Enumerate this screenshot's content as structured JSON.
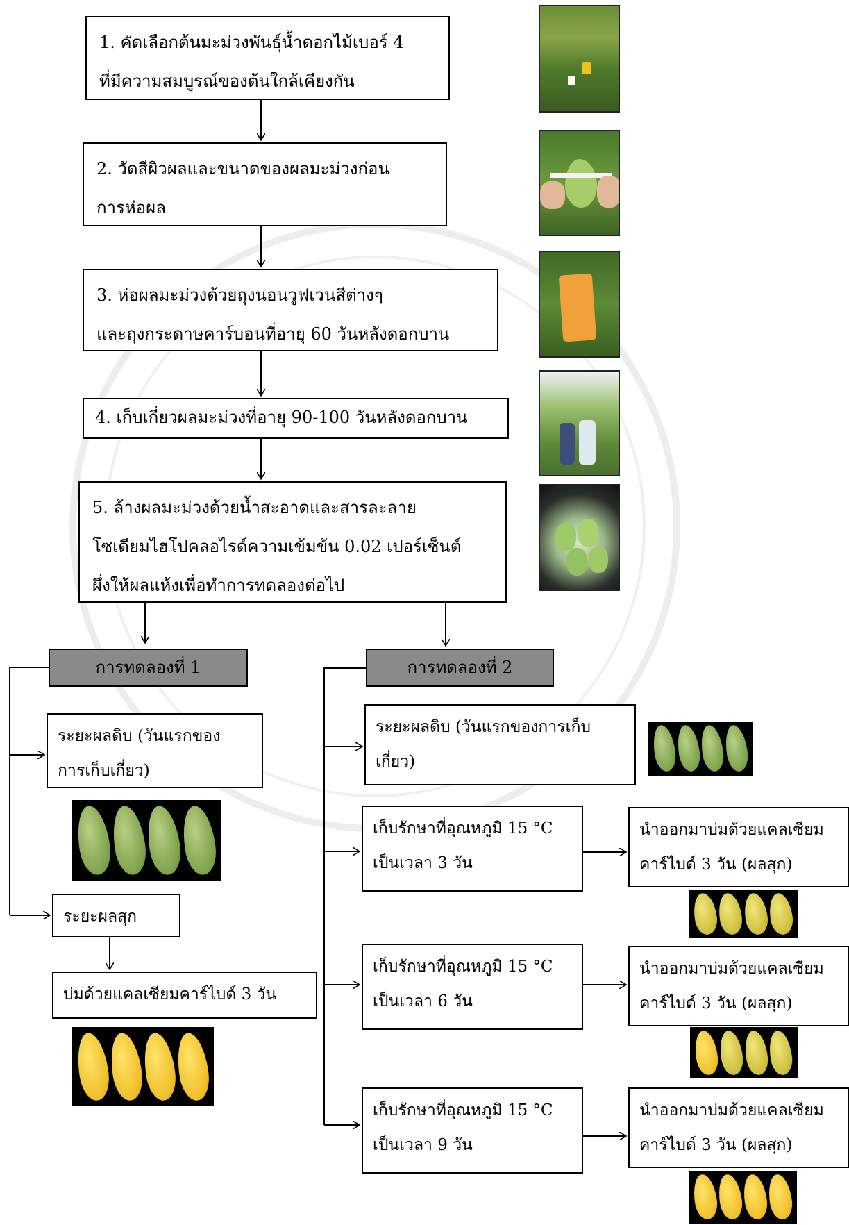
{
  "steps": {
    "s1": [
      "1. คัดเลือกต้นมะม่วงพันธุ์น้ำดอกไม้เบอร์ 4",
      "ที่มีความสมบูรณ์ของต้นใกล้เคียงกัน"
    ],
    "s2": [
      "2. วัดสีผิวผลและขนาดของผลมะม่วงก่อน",
      "การห่อผล"
    ],
    "s3": [
      "3. ห่อผลมะม่วงด้วยถุงนอนวูฟเวนสีต่างๆ",
      "และถุงกระดาษคาร์บอนที่อายุ 60 วันหลังดอกบาน"
    ],
    "s4": "4. เก็บเกี่ยวผลมะม่วงที่อายุ 90-100 วันหลังดอกบาน",
    "s5": [
      "5. ล้างผลมะม่วงด้วยน้ำสะอาดและสารละลาย",
      "โซเดียมไฮโปคลอไรด์ความเข้มข้น 0.02 เปอร์เซ็นต์",
      "ผึ่งให้ผลแห้งเพื่อทำการทดลองต่อไป"
    ]
  },
  "exp1": {
    "title": "การทดลองที่ 1",
    "raw": [
      "ระยะผลดิบ (วันแรกของ",
      "การเก็บเกี่ยว)"
    ],
    "ripe": "ระยะผลสุก",
    "ripen": "บ่มด้วยแคลเซียมคาร์ไบด์ 3 วัน"
  },
  "exp2": {
    "title": "การทดลองที่ 2",
    "raw": [
      "ระยะผลดิบ (วันแรกของการเก็บ",
      "เกี่ยว)"
    ],
    "store3": [
      "เก็บรักษาที่อุณหภูมิ 15 °C",
      "เป็นเวลา 3 วัน"
    ],
    "store6": [
      "เก็บรักษาที่อุณหภูมิ 15 °C",
      "เป็นเวลา 6 วัน"
    ],
    "store9": [
      "เก็บรักษาที่อุณหภูมิ 15 °C",
      "เป็นเวลา 9 วัน"
    ],
    "ripen": [
      "นำออกมาบ่มด้วยแคลเซียม",
      "คาร์ไบด์ 3 วัน (ผลสุก)"
    ]
  },
  "colors": {
    "header_fill": "#8a8a8a",
    "raw_mango": "#9dbb60",
    "ripe_mango": "#f0c02c"
  }
}
